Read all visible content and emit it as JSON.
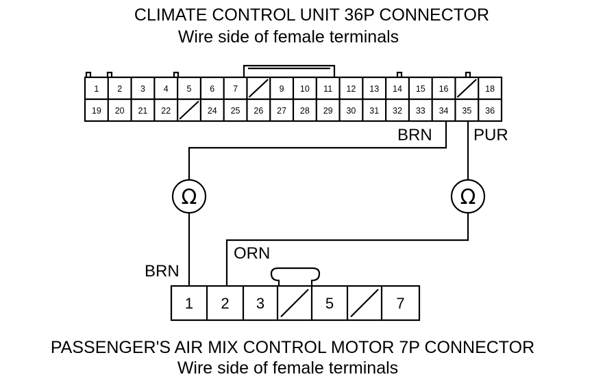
{
  "top_connector": {
    "title": "CLIMATE CONTROL UNIT 36P CONNECTOR",
    "subtitle": "Wire side of female terminals",
    "row1": [
      "1",
      "2",
      "3",
      "4",
      "5",
      "6",
      "7",
      "",
      "9",
      "10",
      "11",
      "12",
      "13",
      "14",
      "15",
      "16",
      "",
      "18"
    ],
    "row2": [
      "19",
      "20",
      "21",
      "22",
      "",
      "24",
      "25",
      "26",
      "27",
      "28",
      "29",
      "30",
      "31",
      "32",
      "33",
      "34",
      "35",
      "36"
    ]
  },
  "bottom_connector": {
    "title": "PASSENGER'S AIR MIX CONTROL MOTOR 7P CONNECTOR",
    "subtitle": "Wire side of female terminals",
    "pins": [
      "1",
      "2",
      "3",
      "",
      "5",
      "",
      "7"
    ]
  },
  "wires": {
    "brn_top": "BRN",
    "pur": "PUR",
    "brn_bottom": "BRN",
    "orn": "ORN"
  },
  "meters": {
    "left_symbol": "Ω",
    "right_symbol": "Ω"
  }
}
